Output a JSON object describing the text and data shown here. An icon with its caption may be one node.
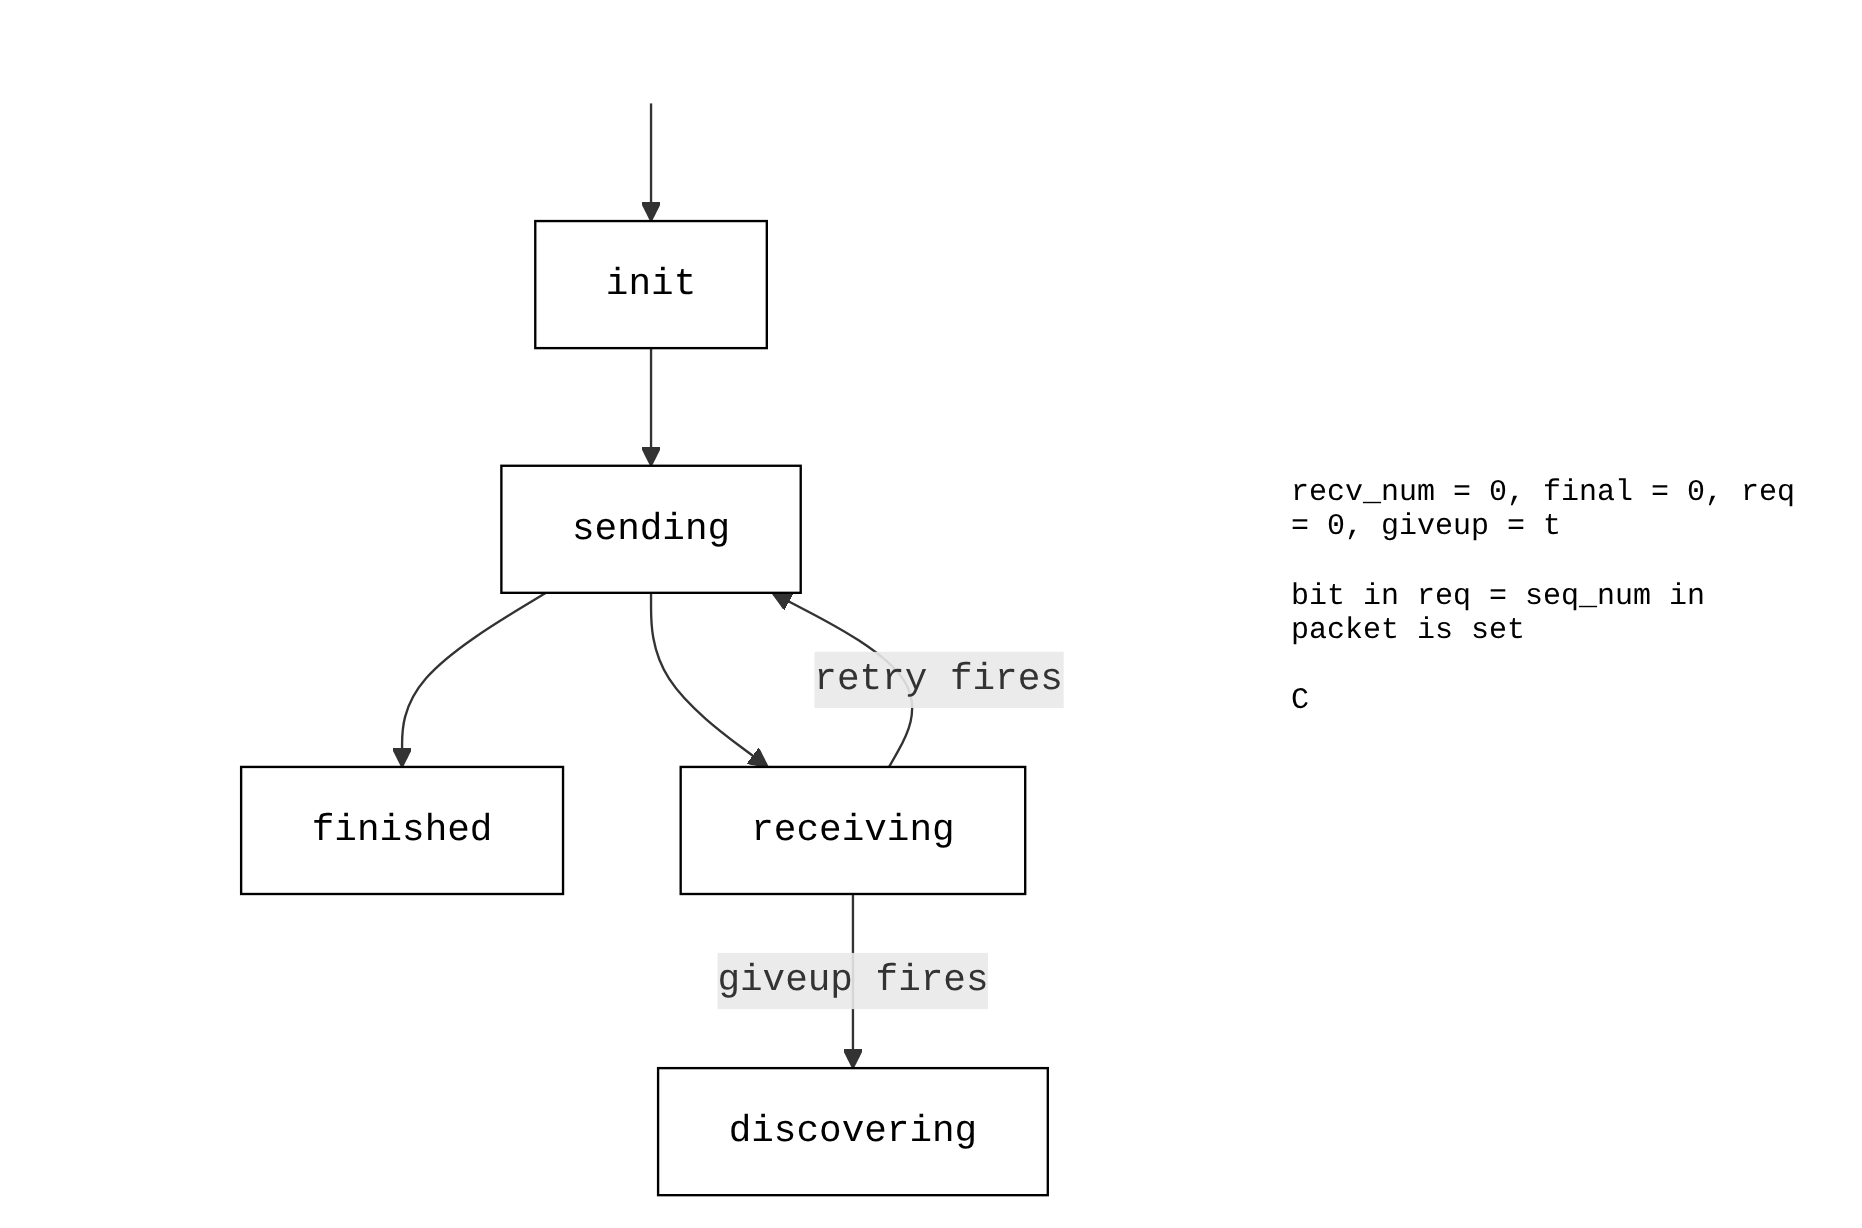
{
  "diagram": {
    "nodes": [
      {
        "text": [
          "init"
        ]
      },
      {
        "text": [
          "finished"
        ]
      },
      {
        "text": [
          "sending"
        ]
      },
      {
        "text": [
          "receiving"
        ]
      },
      {
        "text": [
          "discovering"
        ]
      }
    ],
    "edges": [
      {
        "from": null,
        "to": 0,
        "arrow": "to"
      },
      {
        "from": 0,
        "to": 2,
        "arrow": "to"
      },
      {
        "from": 2,
        "to": 1,
        "arrow": "to"
      },
      {
        "from": 2,
        "to": 3,
        "arrow": "to"
      },
      {
        "from": 3,
        "to": 2,
        "arrow": "to",
        "label": "retry fires"
      },
      {
        "from": 3,
        "to": 4,
        "arrow": "to",
        "label": "giveup fires"
      }
    ],
    "labels": [
      "recv_num = 0, final = 0, req = 0, giveup = t",
      "bit in req = seq_num in packet is set",
      "C"
    ]
  }
}
